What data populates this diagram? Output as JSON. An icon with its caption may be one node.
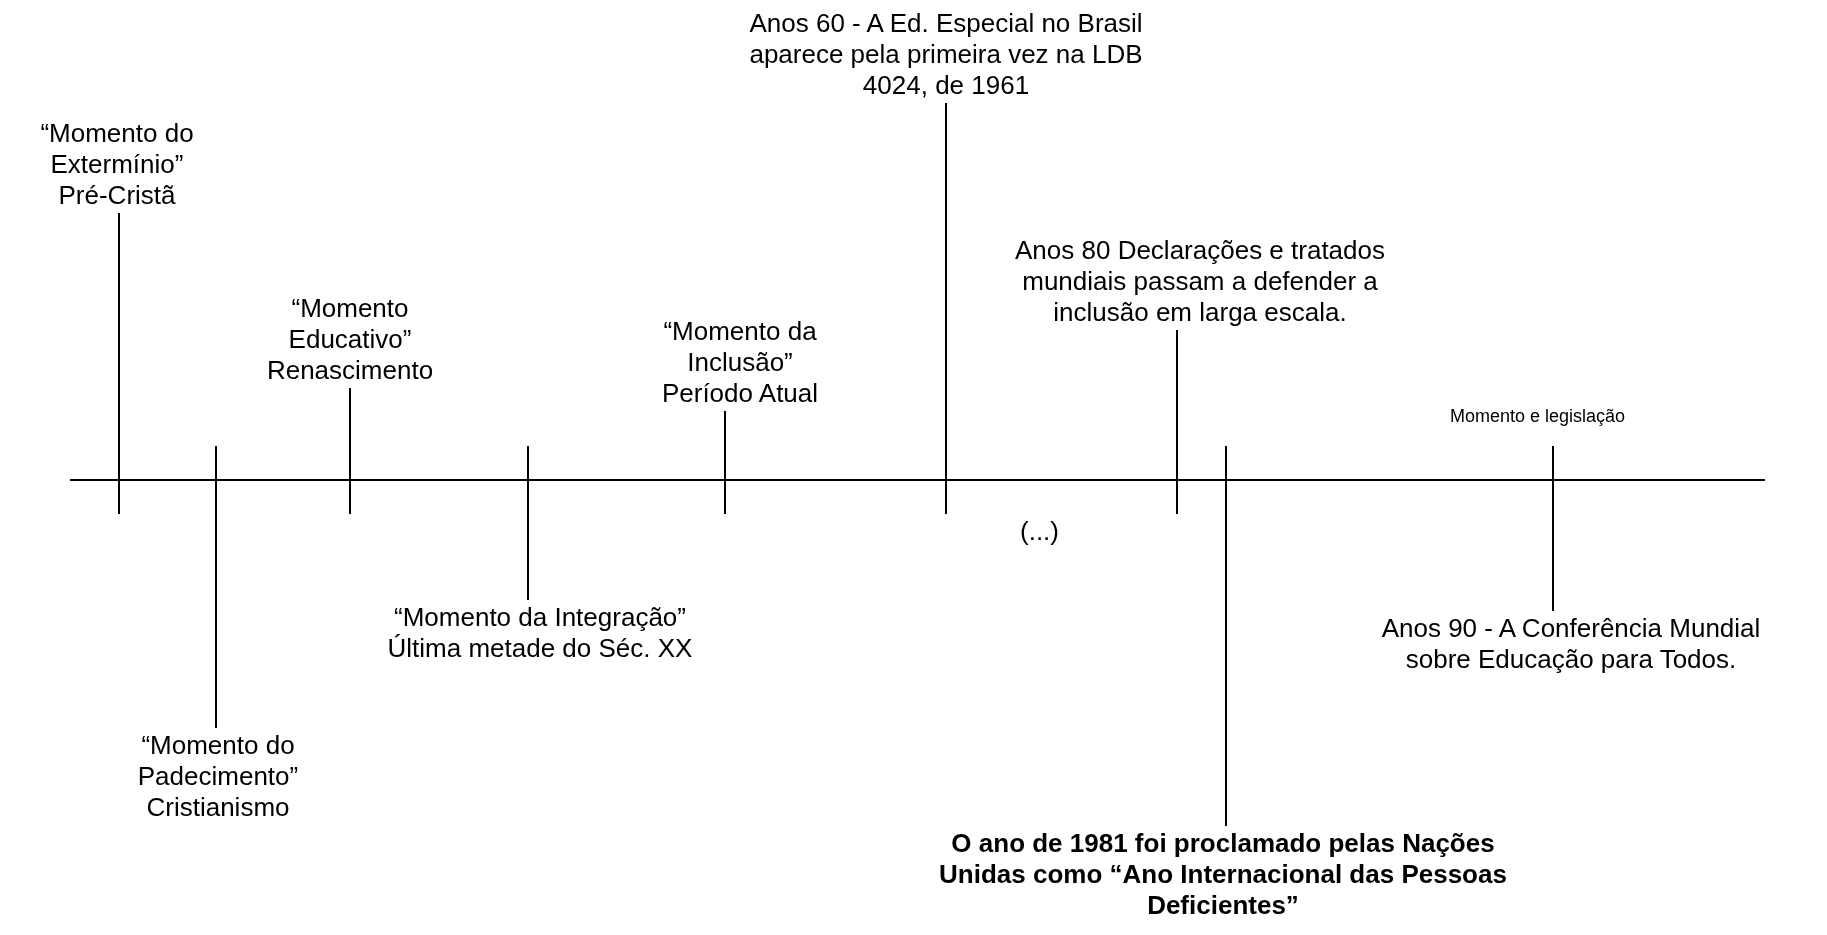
{
  "diagram": {
    "nodes": [
      {
        "text": [
          "“Momento do Extermínio” Pré-Cristã"
        ]
      },
      {
        "text": [
          "“Momento do Padecimento” Cristianismo"
        ]
      },
      {
        "text": [
          "“Momento Educativo” Renascimento"
        ]
      },
      {
        "text": [
          "“Momento da Integração” Última metade do Séc. XX"
        ]
      },
      {
        "text": [
          "“Momento da Inclusão” Período Atual"
        ]
      },
      {
        "text": [
          "Anos 60 - A Ed. Especial no Brasil aparece pela primeira vez na LDB 4024, de 1961"
        ]
      },
      {
        "text": [
          "Anos 80 Declarações e tratados mundiais passam a defender a inclusão em larga escala."
        ]
      },
      {
        "text": [
          "Anos 90 - A Conferência Mundial sobre Educação para Todos."
        ]
      },
      {
        "text": [
          "O ano de 1981 foi proclamado pelas Nações Unidas como “Ano Internacional das Pessoas Deficientes”"
        ]
      },
      {
        "text": [],
        "shape": "bar"
      }
    ],
    "edges": [
      {
        "from": 0,
        "to": 9,
        "arrow": "none"
      },
      {
        "from": 1,
        "to": 9,
        "arrow": "none"
      },
      {
        "from": 2,
        "to": 9,
        "arrow": "none"
      },
      {
        "from": 3,
        "to": 9,
        "arrow": "none"
      },
      {
        "from": 4,
        "to": 9,
        "arrow": "none"
      },
      {
        "from": 5,
        "to": 9,
        "arrow": "none"
      },
      {
        "from": 6,
        "to": 9,
        "arrow": "none"
      },
      {
        "from": 7,
        "to": 9,
        "arrow": "none"
      },
      {
        "from": 8,
        "to": 9,
        "arrow": "none"
      }
    ],
    "labels": [
      "(...)",
      "Momento e legislação"
    ]
  }
}
